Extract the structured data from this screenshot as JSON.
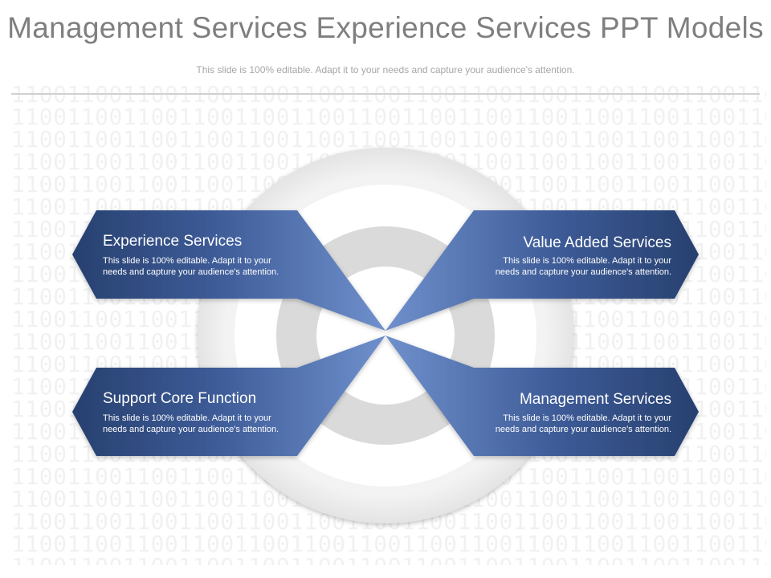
{
  "title": "Management Services Experience Services PPT Models",
  "subtitle": "This slide is 100% editable. Adapt it to your needs and capture your audience's attention.",
  "background_pattern": "1100110011001100110011001100110011001100110011001100110011001100",
  "colors": {
    "box_dark": "#27406f",
    "box_mid": "#4a6aa7",
    "box_light": "#7e9fd6",
    "ring_outer": "#f0f0f0",
    "ring_middle": "#d9d9d9",
    "title": "#7f7f7f"
  },
  "boxes": [
    {
      "label": "Experience Services",
      "desc_line1": "This slide is 100% editable. Adapt it to your",
      "desc_line2": "needs and capture your audience's attention."
    },
    {
      "label": "Value Added Services",
      "desc_line1": "This slide is 100% editable. Adapt it to your",
      "desc_line2": "needs and capture your audience's attention."
    },
    {
      "label": "Support Core Function",
      "desc_line1": "This slide is 100% editable. Adapt it to your",
      "desc_line2": "needs and capture your audience's attention."
    },
    {
      "label": "Management Services",
      "desc_line1": "This slide is 100% editable. Adapt it to your",
      "desc_line2": "needs and capture your audience's attention."
    }
  ]
}
